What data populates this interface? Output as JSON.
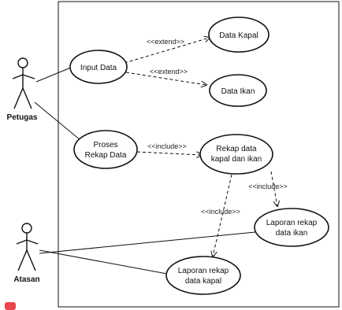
{
  "actors": {
    "petugas": "Petugas",
    "atasan": "Atasan"
  },
  "use_cases": {
    "input_data": "Input Data",
    "data_kapal": "Data Kapal",
    "data_ikan": "Data Ikan",
    "proses_rekap_line1": "Proses",
    "proses_rekap_line2": "Rekap Data",
    "rekap_line1": "Rekap data",
    "rekap_line2": "kapal dan ikan",
    "lap_ikan_line1": "Laporan rekap",
    "lap_ikan_line2": "data ikan",
    "lap_kapal_line1": "Laporan rekap",
    "lap_kapal_line2": "data kapal"
  },
  "relations": {
    "extend1": "<<extend>>",
    "extend2": "<<extend>>",
    "include1": "<<include>>",
    "include2": "<<include>>",
    "include3": "<<include>>"
  },
  "colors": {
    "line": "#111111",
    "corner_mark": "#e8474d"
  }
}
